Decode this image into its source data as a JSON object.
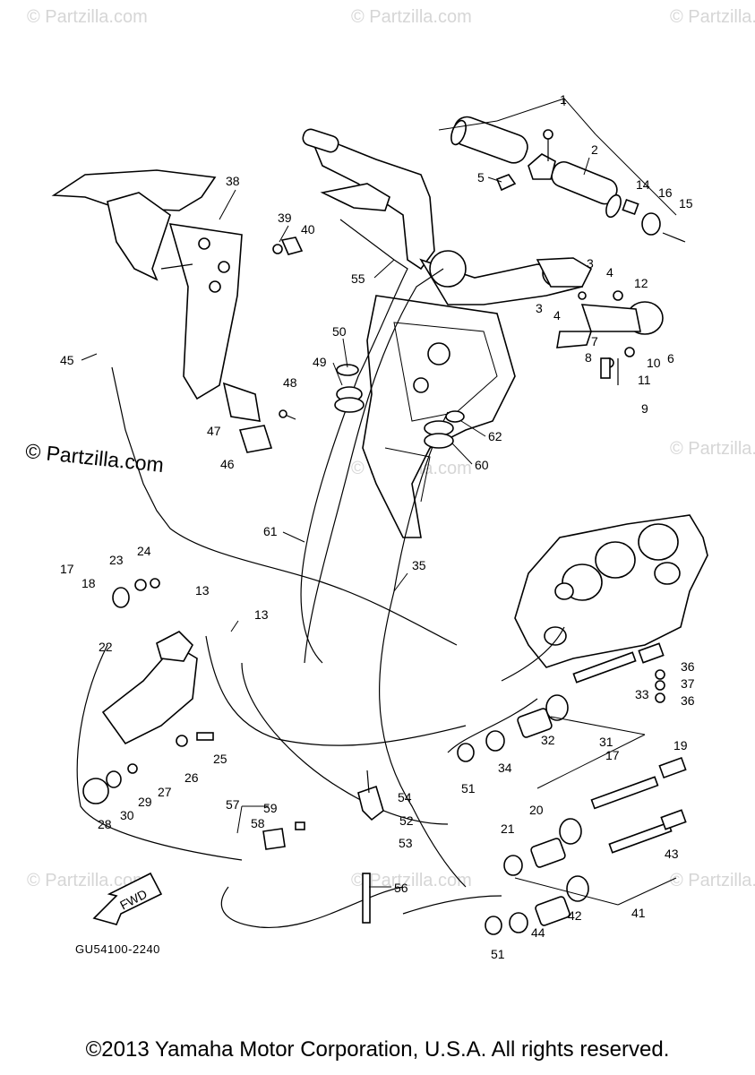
{
  "watermarks": {
    "corner_text": "© Partzilla.com",
    "main_text": "© Partzilla.com"
  },
  "diagram": {
    "code": "GU54100-2240",
    "fwd_label": "FWD",
    "callouts": [
      "1",
      "2",
      "3",
      "3",
      "4",
      "4",
      "5",
      "6",
      "7",
      "8",
      "9",
      "10",
      "11",
      "12",
      "13",
      "13",
      "14",
      "15",
      "16",
      "17",
      "17",
      "18",
      "19",
      "20",
      "21",
      "22",
      "23",
      "24",
      "25",
      "26",
      "27",
      "28",
      "29",
      "30",
      "31",
      "32",
      "33",
      "34",
      "35",
      "36",
      "36",
      "37",
      "38",
      "39",
      "40",
      "41",
      "42",
      "43",
      "44",
      "45",
      "46",
      "47",
      "48",
      "49",
      "50",
      "51",
      "51",
      "52",
      "53",
      "54",
      "55",
      "56",
      "57",
      "58",
      "59",
      "60",
      "61",
      "62"
    ]
  },
  "footer": {
    "copyright": "©2013 Yamaha Motor Corporation, U.S.A. All rights reserved."
  }
}
